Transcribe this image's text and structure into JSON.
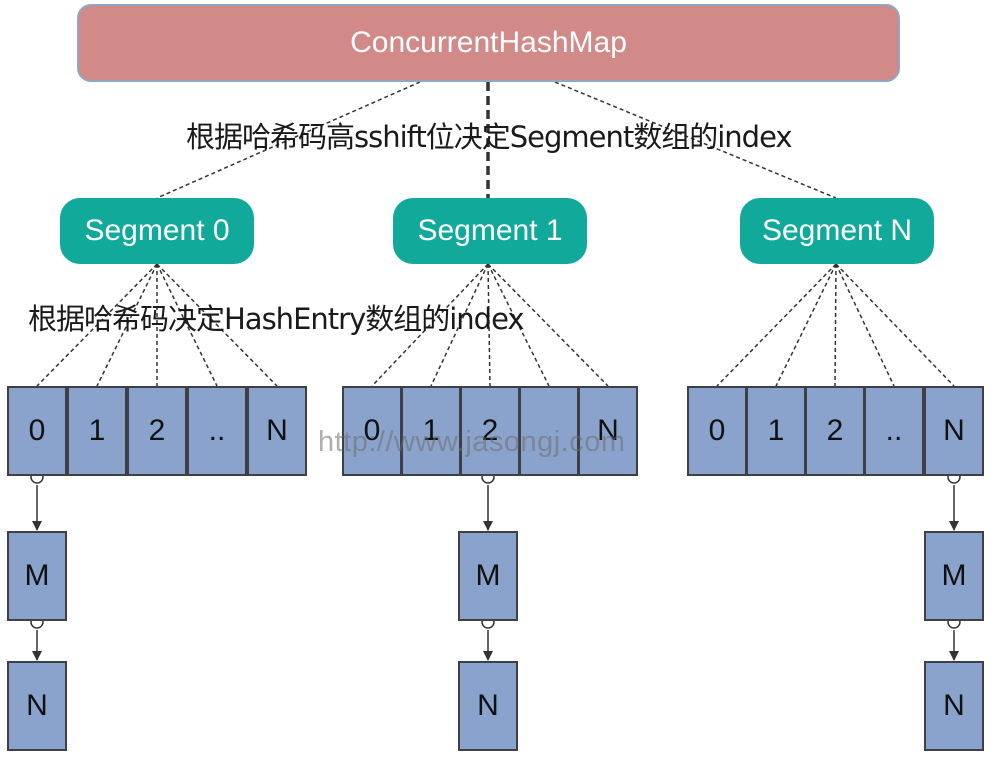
{
  "root": {
    "label": "ConcurrentHashMap"
  },
  "labels": {
    "segment_index": "根据哈希码高sshift位决定Segment数组的index",
    "entry_index": "根据哈希码决定HashEntry数组的index"
  },
  "segments": [
    {
      "label": "Segment 0",
      "cells": [
        "0",
        "1",
        "2",
        "..",
        "N"
      ],
      "chain": [
        "M",
        "N"
      ]
    },
    {
      "label": "Segment 1",
      "cells": [
        "0",
        "1",
        "2",
        "",
        "N"
      ],
      "chain": [
        "M",
        "N"
      ]
    },
    {
      "label": "Segment N",
      "cells": [
        "0",
        "1",
        "2",
        "..",
        "N"
      ],
      "chain": [
        "M",
        "N"
      ]
    }
  ],
  "watermark": "http://www.jasongj.com",
  "colors": {
    "root_fill": "#d18a87",
    "segment_fill": "#11a99a",
    "cell_fill": "#8aa3cc",
    "cell_border": "#3e4045"
  }
}
